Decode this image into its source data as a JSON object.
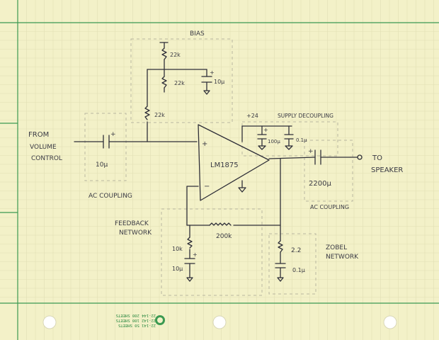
{
  "labels": {
    "bias": "BIAS",
    "from_volume": [
      "FROM",
      "VOLUME",
      "CONTROL"
    ],
    "ac_coupling_in": "AC COUPLING",
    "ac_coupling_out": "AC COUPLING",
    "supply_decoupling": "SUPPLY DECOUPLING",
    "supply_voltage": "+24",
    "to_speaker": [
      "TO",
      "SPEAKER"
    ],
    "feedback_network": [
      "FEEDBACK",
      "NETWORK"
    ],
    "zobel_network": [
      "ZOBEL",
      "NETWORK"
    ],
    "opamp": "LM1875",
    "plus": "+",
    "minus": "−"
  },
  "components": {
    "r_bias_top": "22k",
    "r_bias_mid": "22k",
    "r_bias_low": "22k",
    "c_bias": "10µ",
    "c_input": "10µ",
    "c_sup_a": "100µ",
    "c_sup_b": "0.1µ",
    "c_output": "2200µ",
    "r_feedback": "200k",
    "r_fb_ground": "10k",
    "c_fb": "10µ",
    "r_zobel": "2.2",
    "c_zobel": "0.1µ"
  },
  "paper_print": {
    "line1": "22-141  50 SHEETS",
    "line2": "22-142  100 SHEETS",
    "line3": "22-144  200 SHEETS"
  },
  "colors": {
    "paper": "#f3f1c8",
    "ink": "#2f2f38",
    "margin_line": "#3c9a52"
  }
}
